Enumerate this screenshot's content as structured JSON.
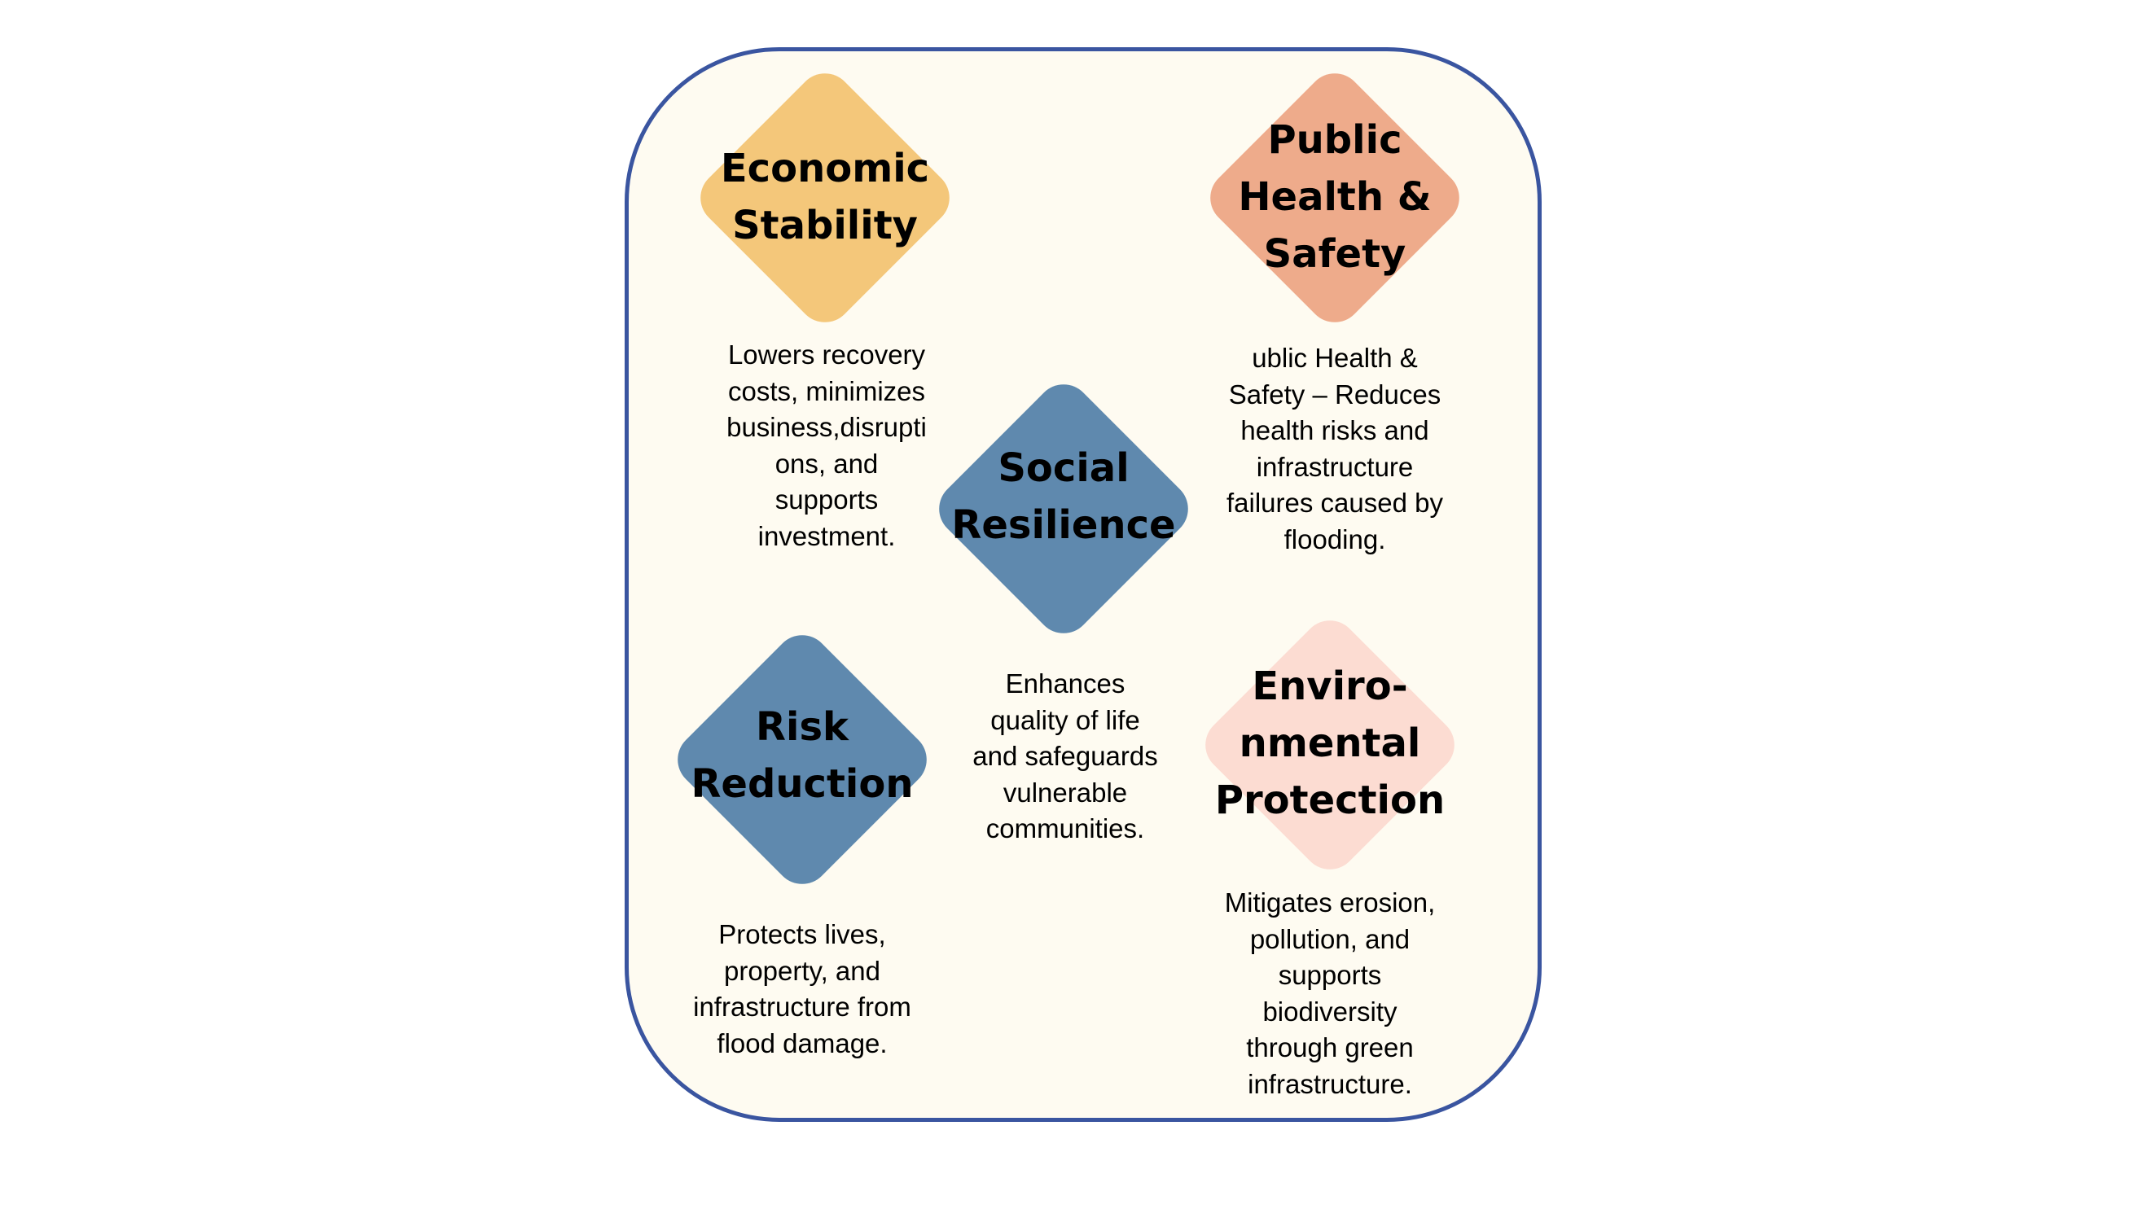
{
  "colors": {
    "frame_border": "#3a55a0",
    "frame_fill": "#fefbf1",
    "economic": "#f4c77a",
    "public_health": "#eeab8b",
    "social": "#5f89ae",
    "risk": "#5f89ae",
    "environmental": "#fcdcd2"
  },
  "nodes": [
    {
      "id": "economic-stability",
      "title": "Economic\nStability",
      "description": "Lowers recovery\ncosts, minimizes\nbusiness,disrupti\nons, and\nsupports\ninvestment."
    },
    {
      "id": "public-health-safety",
      "title": "Public\nHealth &\nSafety",
      "description": "ublic Health &\nSafety – Reduces\nhealth risks and\ninfrastructure\nfailures caused by\nflooding."
    },
    {
      "id": "social-resilience",
      "title": "Social\nResilience",
      "description": "Enhances\nquality of life\nand safeguards\nvulnerable\ncommunities."
    },
    {
      "id": "risk-reduction",
      "title": "Risk\nReduction",
      "description": "Protects lives,\nproperty, and\ninfrastructure from\nflood damage."
    },
    {
      "id": "environmental-protection",
      "title": "Enviro-\nnmental\nProtection",
      "description": "Mitigates erosion,\npollution, and\nsupports\nbiodiversity\nthrough green\ninfrastructure."
    }
  ]
}
